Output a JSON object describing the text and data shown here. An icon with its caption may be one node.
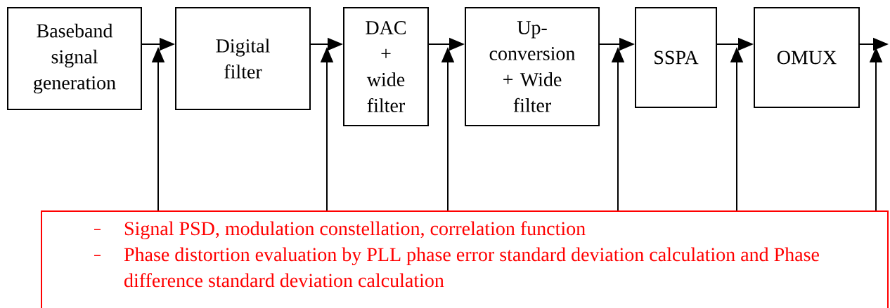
{
  "diagram": {
    "nodes": [
      {
        "text": [
          "Baseband signal generation"
        ]
      },
      {
        "text": [
          "Digital filter"
        ]
      },
      {
        "text": [
          "DAC + wide filter"
        ]
      },
      {
        "text": [
          "Up-conversion + Wide filter"
        ]
      },
      {
        "text": [
          "SSPA"
        ]
      },
      {
        "text": [
          "OMUX"
        ]
      },
      {
        "text": [
          "Signal PSD, modulation constellation, correlation function",
          "Phase distortion evaluation by PLL phase error standard deviation calculation and Phase difference standard deviation calculation"
        ]
      }
    ],
    "edges": [
      {
        "from": 0,
        "to": 1,
        "arrow": "to"
      },
      {
        "from": 1,
        "to": 2,
        "arrow": "to"
      },
      {
        "from": 2,
        "to": 3,
        "arrow": "to"
      },
      {
        "from": 3,
        "to": 4,
        "arrow": "to"
      },
      {
        "from": 4,
        "to": 5,
        "arrow": "to"
      },
      {
        "from": 5,
        "to": null,
        "arrow": "to"
      },
      {
        "from": 6,
        "to": null,
        "arrow": "to"
      },
      {
        "from": 6,
        "to": null,
        "arrow": "to"
      },
      {
        "from": 6,
        "to": null,
        "arrow": "to"
      },
      {
        "from": 6,
        "to": null,
        "arrow": "to"
      },
      {
        "from": 6,
        "to": null,
        "arrow": "to"
      },
      {
        "from": 6,
        "to": null,
        "arrow": "to"
      }
    ]
  }
}
